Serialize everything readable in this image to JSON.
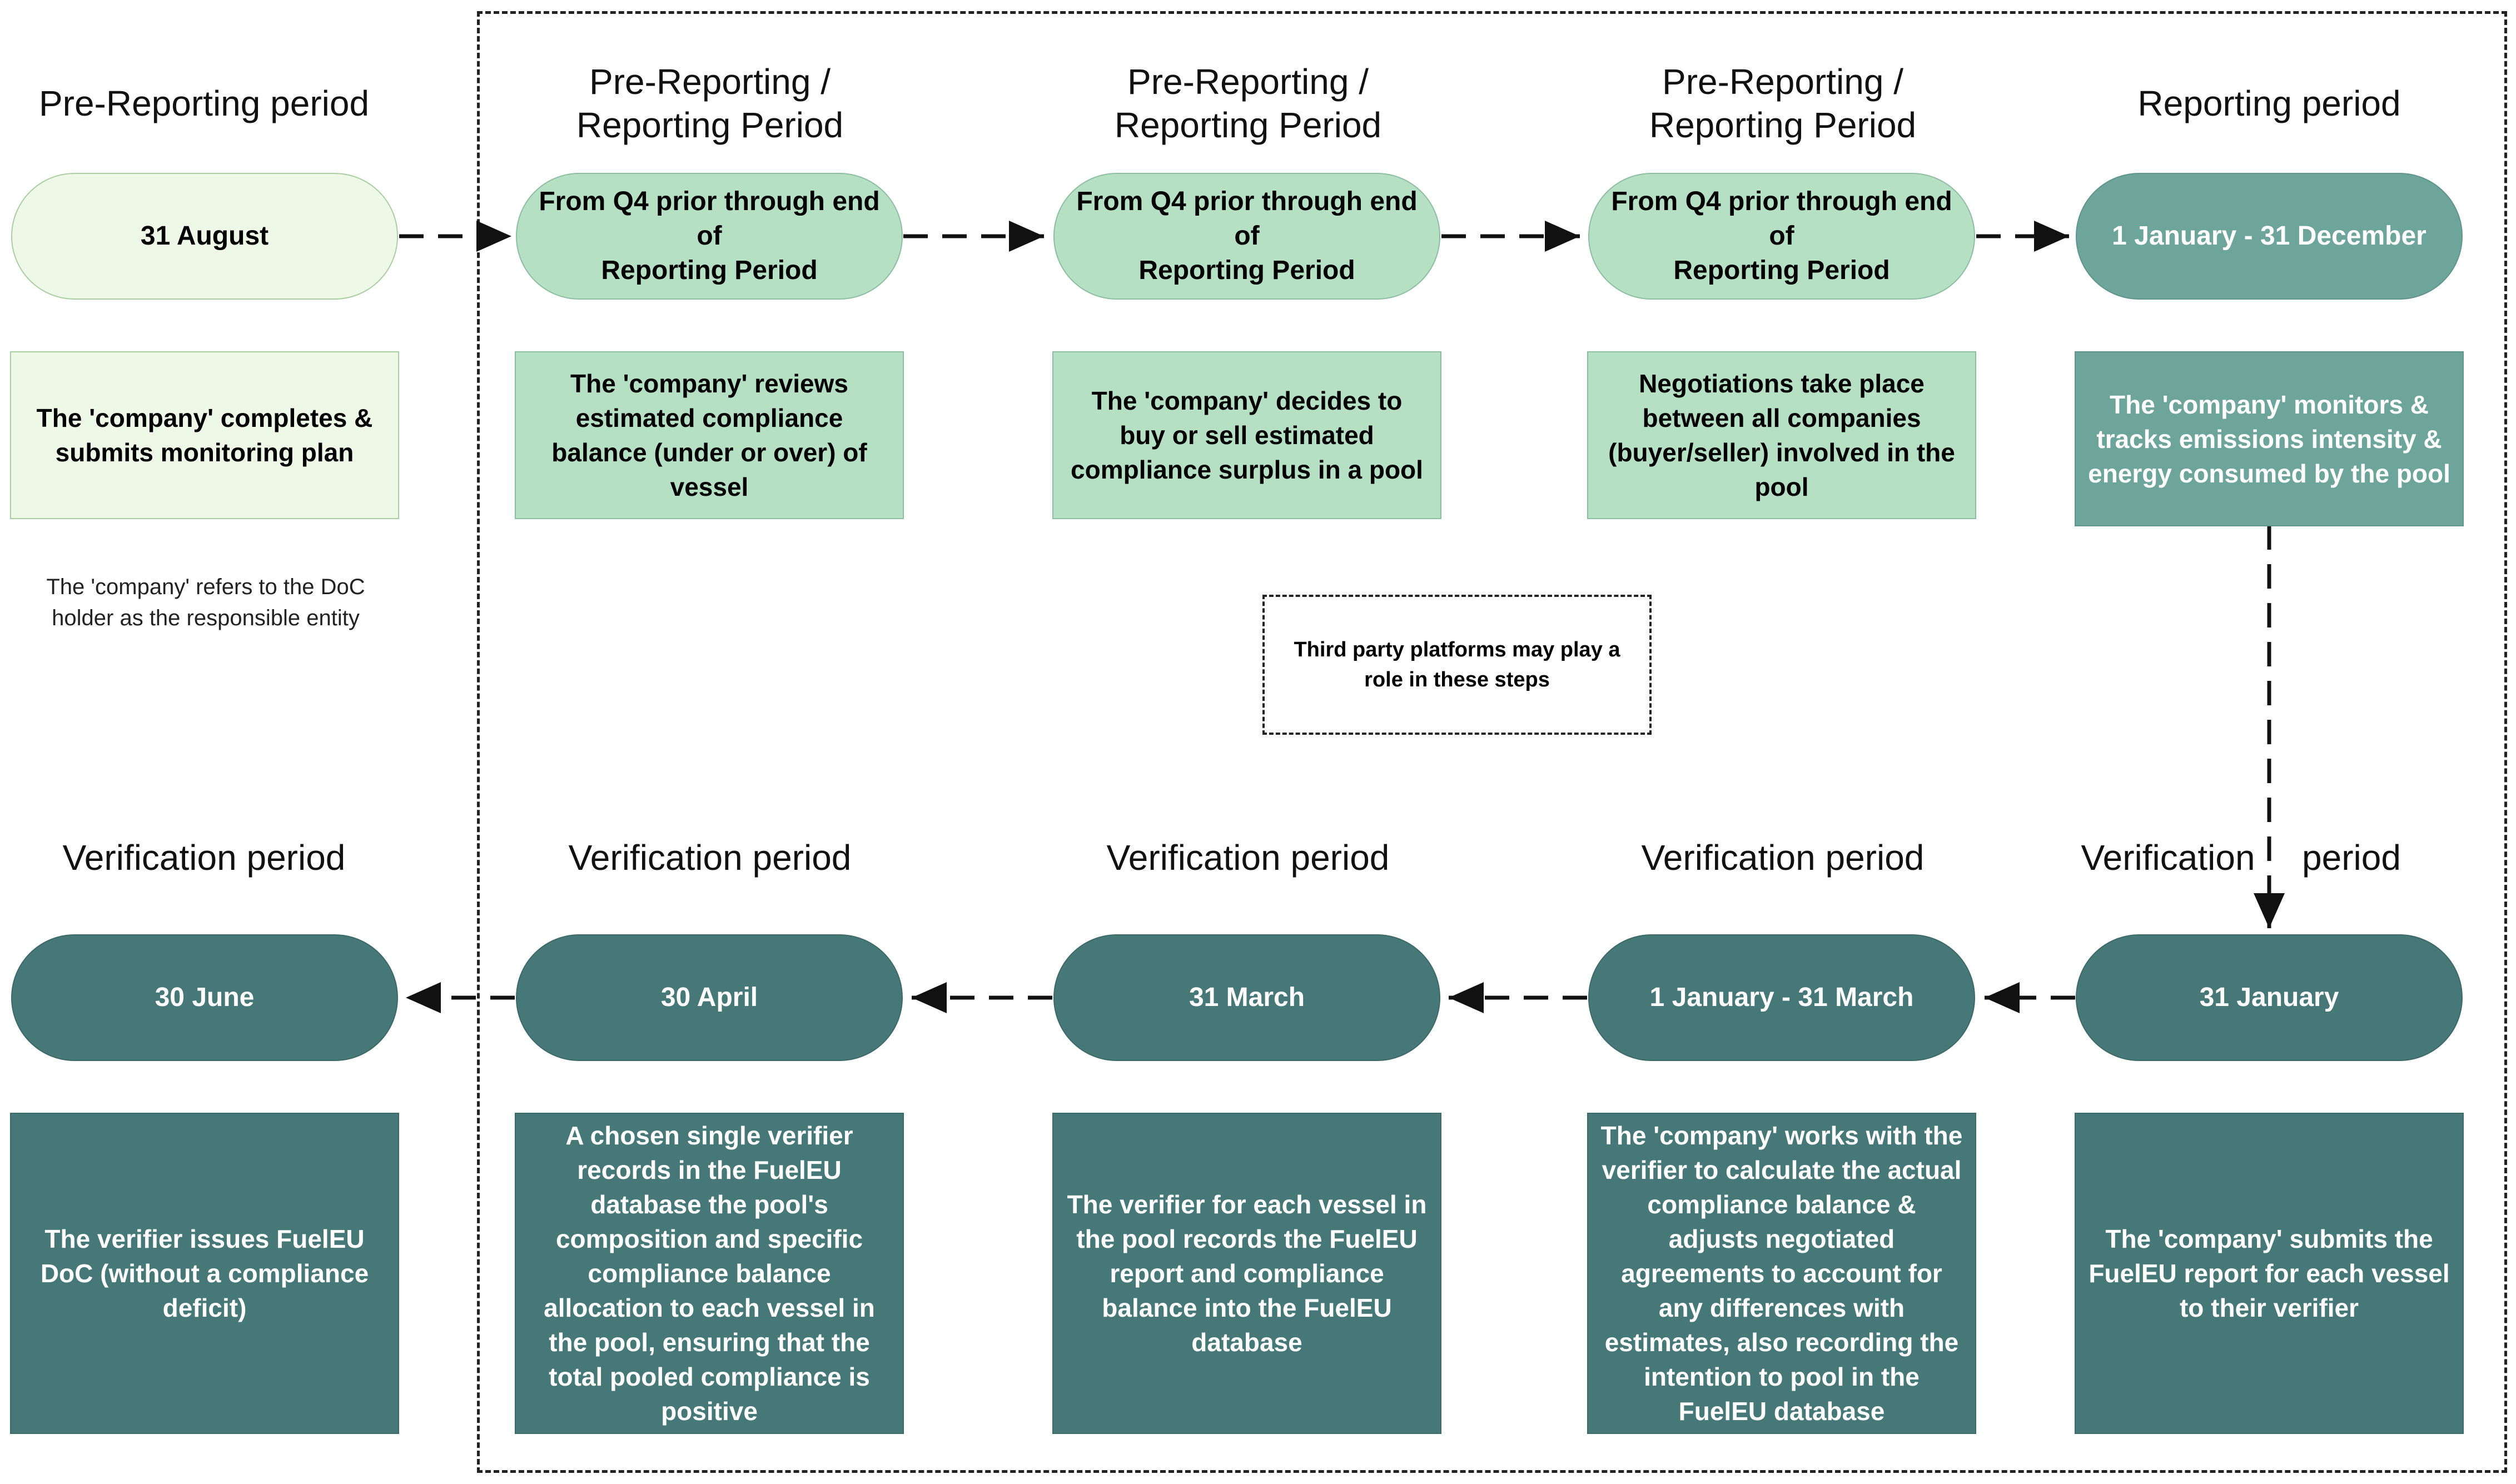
{
  "periods": {
    "p1": "Pre-Reporting period",
    "p2_l1": "Pre-Reporting /",
    "p2_l2": "Reporting Period",
    "p3_l1": "Pre-Reporting /",
    "p3_l2": "Reporting Period",
    "p4_l1": "Pre-Reporting /",
    "p4_l2": "Reporting Period",
    "p5": "Reporting period",
    "v1": "Verification period",
    "v2": "Verification period",
    "v3": "Verification period",
    "v4": "Verification period",
    "v5_a": "Verification",
    "v5_b": "period"
  },
  "top_row": [
    {
      "date_l1": "31 August",
      "date_l2": "",
      "desc": "The 'company' completes & submits monitoring plan",
      "color": "#eef8e6"
    },
    {
      "date_l1": "From Q4 prior through end of",
      "date_l2": "Reporting Period",
      "desc": "The 'company' reviews estimated compliance balance (under or over) of vessel",
      "color": "#b5e0c4"
    },
    {
      "date_l1": "From Q4 prior through end of",
      "date_l2": "Reporting Period",
      "desc": "The 'company' decides to buy or sell estimated compliance surplus in a pool",
      "color": "#b5e0c4"
    },
    {
      "date_l1": "From Q4 prior through end of",
      "date_l2": "Reporting Period",
      "desc": "Negotiations take place between all companies (buyer/seller) involved in the pool",
      "color": "#b5e0c4"
    },
    {
      "date_l1": "1 January - 31 December",
      "date_l2": "",
      "desc": "The 'company' monitors & tracks emissions intensity & energy consumed by the pool",
      "color": "#6da59b"
    }
  ],
  "bottom_row": [
    {
      "date": "30 June",
      "desc": "The verifier issues FuelEU DoC (without a compliance deficit)",
      "color": "#457876"
    },
    {
      "date": "30 April",
      "desc": "A chosen single verifier records in the FuelEU database the pool's composition and specific compliance balance allocation to each vessel in the pool, ensuring that the total pooled compliance is positive",
      "color": "#457876"
    },
    {
      "date": "31 March",
      "desc": "The verifier for each vessel in the pool records the FuelEU report and compliance balance into the FuelEU database",
      "color": "#457876"
    },
    {
      "date": "1 January - 31 March",
      "desc": "The 'company' works with the verifier to calculate the actual compliance balance & adjusts negotiated agreements to account for any differences with estimates, also recording the intention to pool in the FuelEU database",
      "color": "#457876"
    },
    {
      "date": "31 January",
      "desc": "The 'company' submits the FuelEU report for each vessel to their verifier",
      "color": "#457876"
    }
  ],
  "notes": {
    "company_note": "The 'company' refers to the DoC holder as the responsible entity",
    "third_party": "Third party platforms may play a role in these steps"
  }
}
